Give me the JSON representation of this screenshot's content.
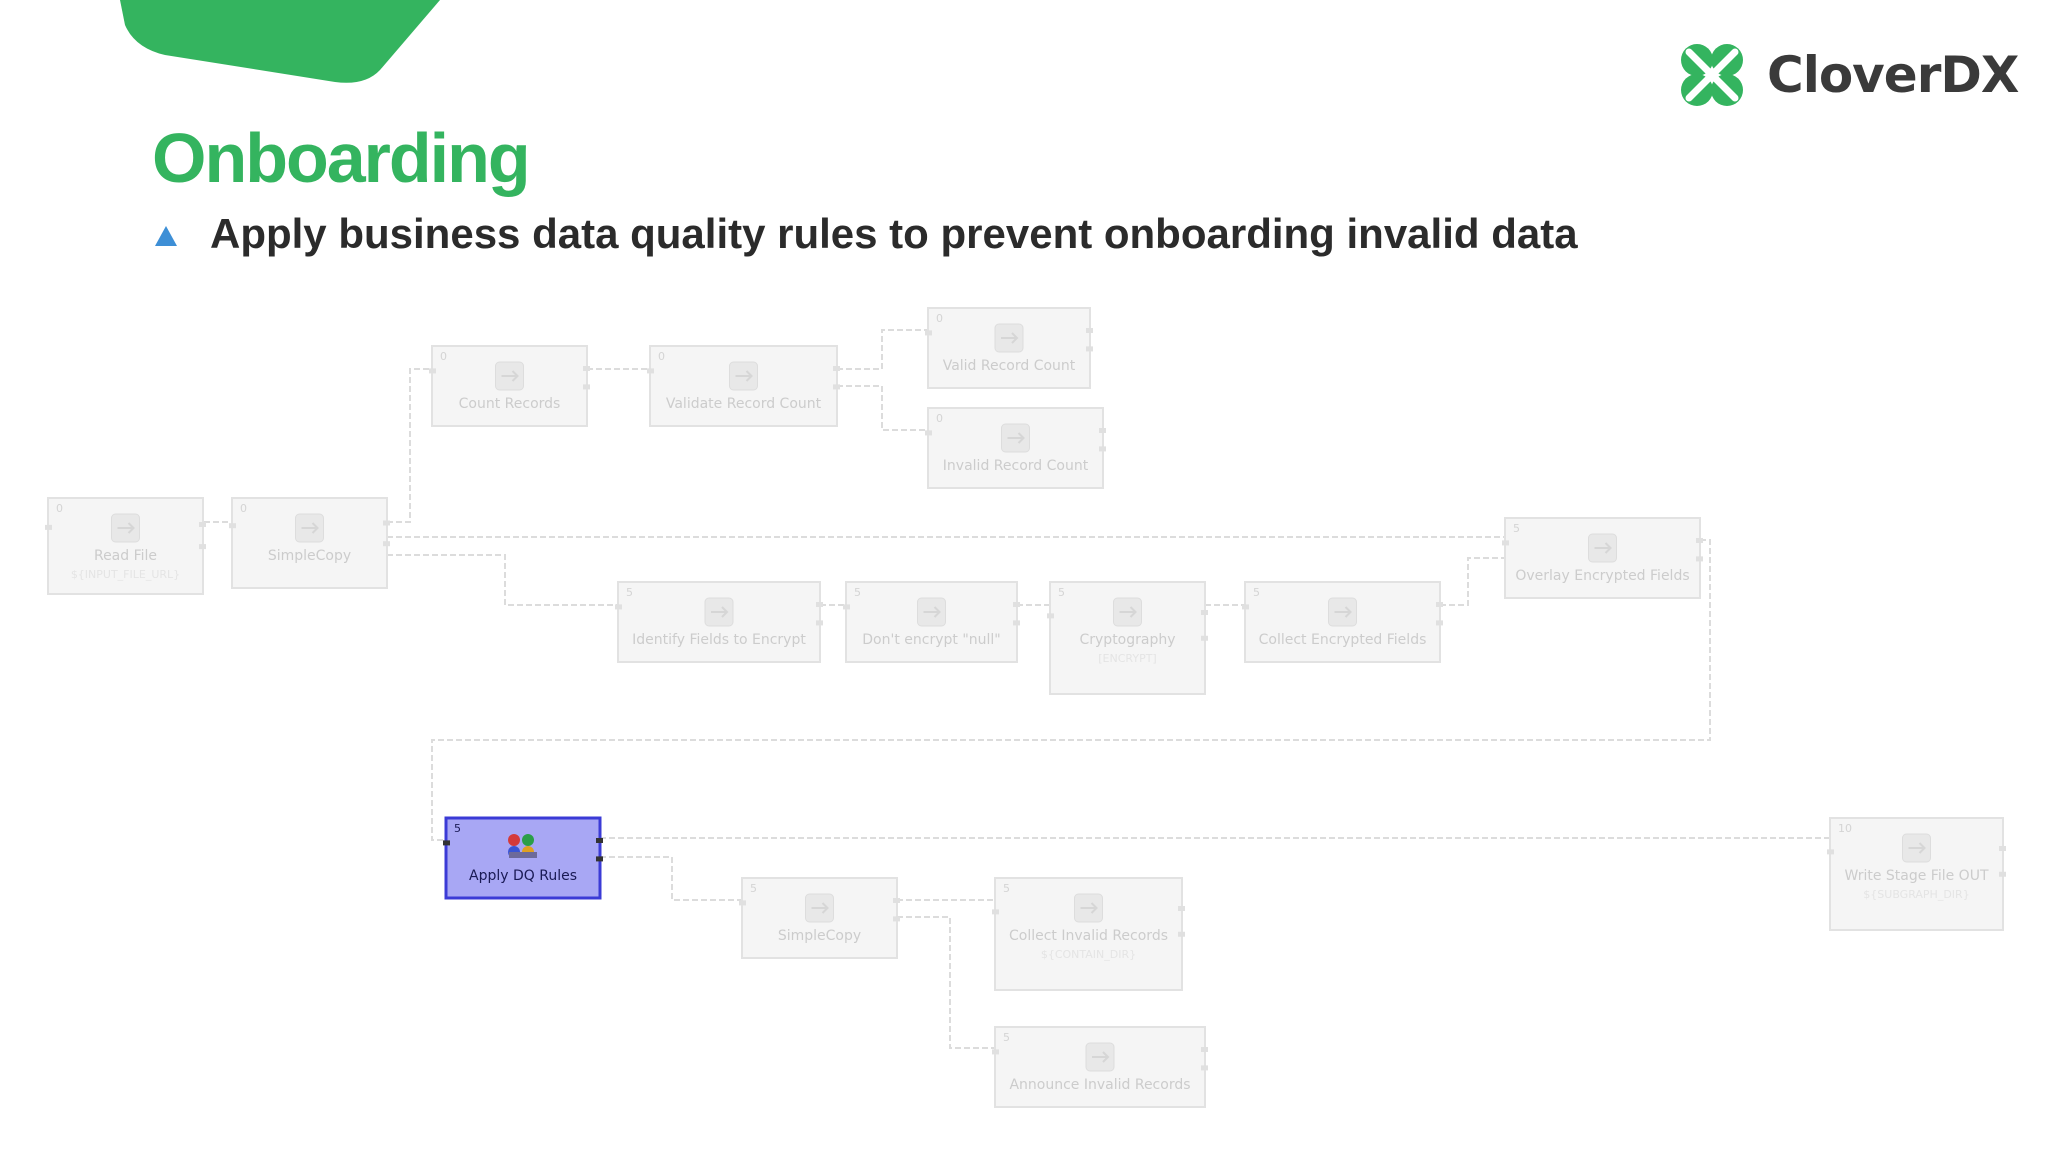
{
  "slide": {
    "title": "Onboarding",
    "subtitle": "Apply business data quality rules to prevent onboarding invalid data"
  },
  "logo": {
    "text": "CloverDX",
    "icon": "clover-icon"
  },
  "colors": {
    "brand_green": "#34b45f",
    "bullet_blue": "#3d8fd6",
    "active_fill": "#a8a7f4",
    "active_border": "#3b3bd6",
    "faded_text": "#cccccc"
  },
  "diagram": {
    "nodes": [
      {
        "id": "read-file",
        "label": "Read File",
        "sub": "${INPUT_FILE_URL}",
        "num": "0",
        "icon": "file-reader-icon",
        "active": false
      },
      {
        "id": "simple-copy-1",
        "label": "SimpleCopy",
        "num": "0",
        "icon": "copy-icon",
        "active": false
      },
      {
        "id": "count-records",
        "label": "Count Records",
        "num": "0",
        "icon": "aggregate-icon",
        "active": false
      },
      {
        "id": "validate-record-count",
        "label": "Validate Record Count",
        "num": "0",
        "icon": "validator-icon",
        "active": false
      },
      {
        "id": "valid-record-count",
        "label": "Valid Record Count",
        "num": "0",
        "icon": "success-icon",
        "active": false
      },
      {
        "id": "invalid-record-count",
        "label": "Invalid Record Count",
        "num": "0",
        "icon": "fail-icon",
        "active": false
      },
      {
        "id": "identify-fields",
        "label": "Identify Fields to Encrypt",
        "num": "5",
        "icon": "normalizer-icon",
        "active": false
      },
      {
        "id": "dont-encrypt-null",
        "label": "Don't encrypt \"null\"",
        "num": "5",
        "icon": "filter-icon",
        "active": false
      },
      {
        "id": "cryptography",
        "label": "Cryptography",
        "sub": "[ENCRYPT]",
        "num": "5",
        "icon": "key-icon",
        "active": false
      },
      {
        "id": "collect-encrypted",
        "label": "Collect Encrypted Fields",
        "num": "5",
        "icon": "denormalizer-icon",
        "active": false
      },
      {
        "id": "overlay-encrypted",
        "label": "Overlay Encrypted Fields",
        "num": "5",
        "icon": "joiner-icon",
        "active": false
      },
      {
        "id": "apply-dq-rules",
        "label": "Apply DQ Rules",
        "num": "5",
        "icon": "dq-rules-icon",
        "active": true
      },
      {
        "id": "simple-copy-2",
        "label": "SimpleCopy",
        "num": "5",
        "icon": "copy-icon",
        "active": false
      },
      {
        "id": "collect-invalid",
        "label": "Collect Invalid Records",
        "sub": "${CONTAIN_DIR}",
        "num": "5",
        "icon": "writer-icon",
        "active": false
      },
      {
        "id": "announce-invalid",
        "label": "Announce Invalid Records",
        "num": "5",
        "icon": "email-icon",
        "active": false
      },
      {
        "id": "write-stage-file",
        "label": "Write Stage File OUT",
        "sub": "${SUBGRAPH_DIR}",
        "num": "10",
        "icon": "writer-icon",
        "active": false
      }
    ]
  }
}
